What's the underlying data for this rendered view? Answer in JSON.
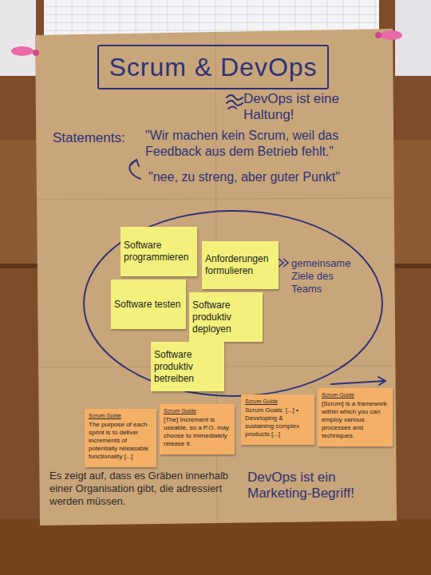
{
  "diagram": {
    "title": "Scrum & DevOps",
    "nodes": [
      {
        "text": [
          "gemeinsame Ziele des Teams"
        ]
      },
      {
        "text": [
          "Software programmieren"
        ],
        "in": 0
      },
      {
        "text": [
          "Anforderungen formulieren"
        ],
        "in": 0
      },
      {
        "text": [
          "Software testen"
        ],
        "in": 0
      },
      {
        "text": [
          "Software produktiv deployen"
        ],
        "in": 0
      },
      {
        "text": [
          "Software produktiv betreiben"
        ],
        "in": 0
      },
      {
        "text": [
          "Scrum Guide",
          "The purpose of each sprint is to deliver increments of potentially releasable functionality [...]"
        ]
      },
      {
        "text": [
          "Scrum Guide",
          "[The] Increment is useable, so a P.O. may choose to immediately release it."
        ]
      },
      {
        "text": [
          "Scrum Guide",
          "Scrum Goals: [...] • Developing & sustaining complex products [...]"
        ]
      },
      {
        "text": [
          "Scrum Guide",
          "[Scrum] is a framework within which you can employ various processes and techniques."
        ]
      }
    ],
    "labels": [
      "DevOps ist eine Haltung!",
      "Statements:",
      "\"Wir machen kein Scrum, weil das Feedback aus dem Betrieb fehlt.\"",
      "\"nee, zu streng, aber guter Punkt\"",
      "DevOps ist ein Marketing-Begriff!",
      "Es zeigt auf, dass es Gräben innerhalb einer Organisation gibt, die adressiert werden müssen."
    ]
  }
}
